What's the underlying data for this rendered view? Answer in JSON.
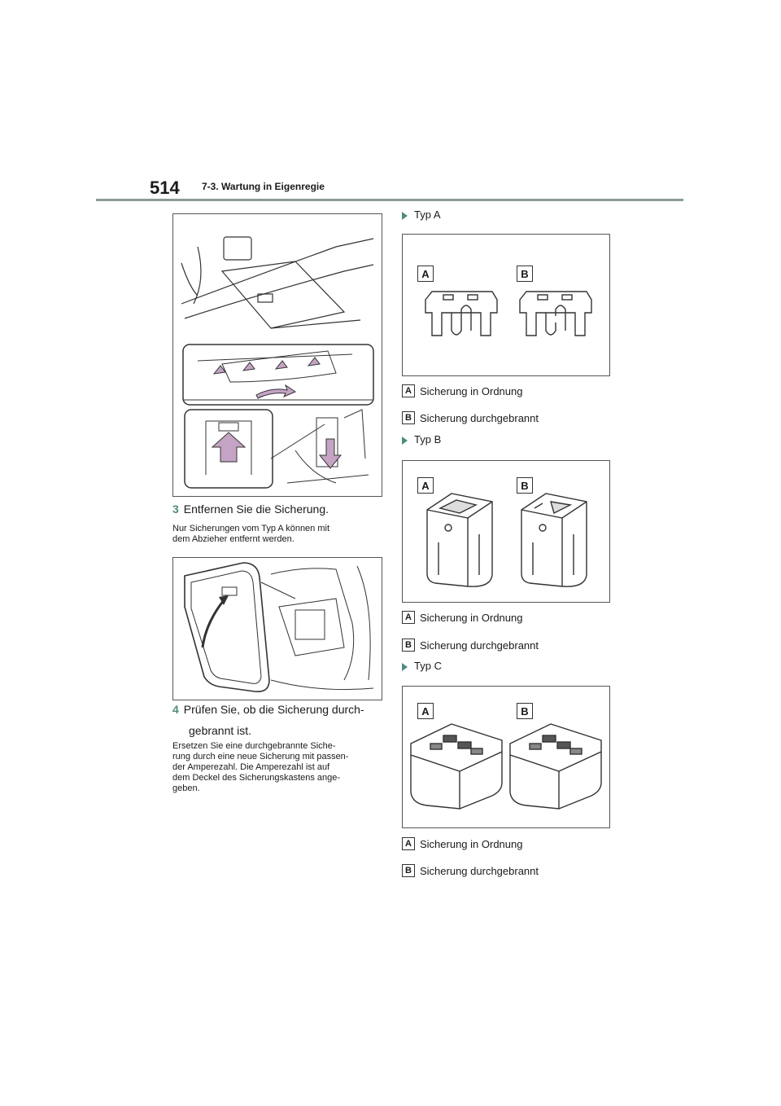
{
  "header": {
    "page_number": "514",
    "section_title": "7-3. Wartung in Eigenregie"
  },
  "left": {
    "step3": {
      "number": "3",
      "text": "Entfernen Sie die Sicherung."
    },
    "step3_note_lines": [
      "Nur Sicherungen vom Typ A können mit",
      "dem Abzieher entfernt werden."
    ],
    "step4": {
      "number": "4",
      "text_line1": "Prüfen Sie, ob die Sicherung durch-",
      "text_line2": "gebrannt ist."
    },
    "step4_note_lines": [
      "Ersetzen Sie eine durchgebrannte Siche-",
      "rung durch eine neue Sicherung mit passen-",
      "der Amperezahl. Die Amperezahl ist auf",
      "dem Deckel des Sicherungskastens ange-",
      "geben."
    ]
  },
  "right": {
    "types": [
      {
        "heading": "Typ A",
        "label_a": "A",
        "label_b": "B",
        "legend_a": "Sicherung in Ordnung",
        "legend_b": "Sicherung durchgebrannt"
      },
      {
        "heading": "Typ B",
        "label_a": "A",
        "label_b": "B",
        "legend_a": "Sicherung in Ordnung",
        "legend_b": "Sicherung durchgebrannt"
      },
      {
        "heading": "Typ C",
        "label_a": "A",
        "label_b": "B",
        "legend_a": "Sicherung in Ordnung",
        "legend_b": "Sicherung durchgebrannt"
      }
    ]
  },
  "colors": {
    "accent": "#4f8a80",
    "rule": "#8a9b95",
    "arrow_fill": "#c4a3c4"
  }
}
